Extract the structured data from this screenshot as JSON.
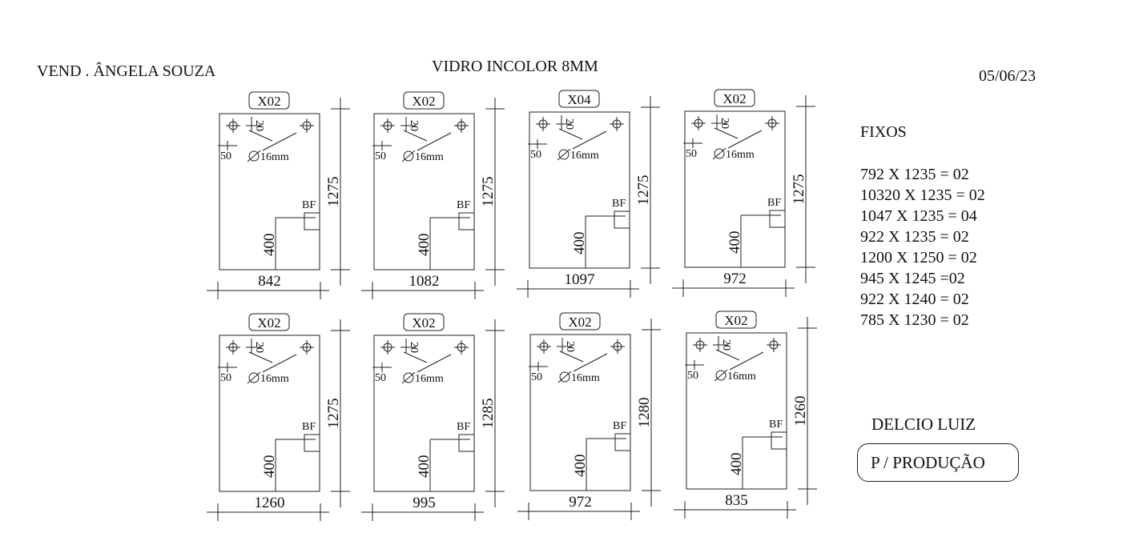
{
  "header": {
    "vendor": "VEND . ÂNGELA SOUZA",
    "title": "VIDRO INCOLOR 8MM",
    "date": "05/06/23"
  },
  "panel_labels": {
    "hole_offset": "20",
    "edge_offset": "50",
    "hole_diameter": "16mm",
    "fitting": "BF",
    "fitting_height": "400"
  },
  "panels": [
    {
      "qty": "X02",
      "width": "842",
      "height": "1275"
    },
    {
      "qty": "X02",
      "width": "1082",
      "height": "1275"
    },
    {
      "qty": "X04",
      "width": "1097",
      "height": "1275"
    },
    {
      "qty": "X02",
      "width": "972",
      "height": "1275"
    },
    {
      "qty": "X02",
      "width": "1260",
      "height": "1275"
    },
    {
      "qty": "X02",
      "width": "995",
      "height": "1285"
    },
    {
      "qty": "X02",
      "width": "972",
      "height": "1280"
    },
    {
      "qty": "X02",
      "width": "835",
      "height": "1260"
    }
  ],
  "fixos": {
    "title": "FIXOS",
    "items": [
      "792 X 1235 = 02",
      "10320 X 1235 = 02",
      "1047 X 1235 = 04",
      "922 X 1235 = 02",
      "1200 X 1250 = 02",
      "945 X 1245  =02",
      "922 X 1240 = 02",
      "785 X 1230 = 02"
    ]
  },
  "footer": {
    "signer": "DELCIO LUIZ",
    "production_label": "P / PRODUÇÃO"
  }
}
